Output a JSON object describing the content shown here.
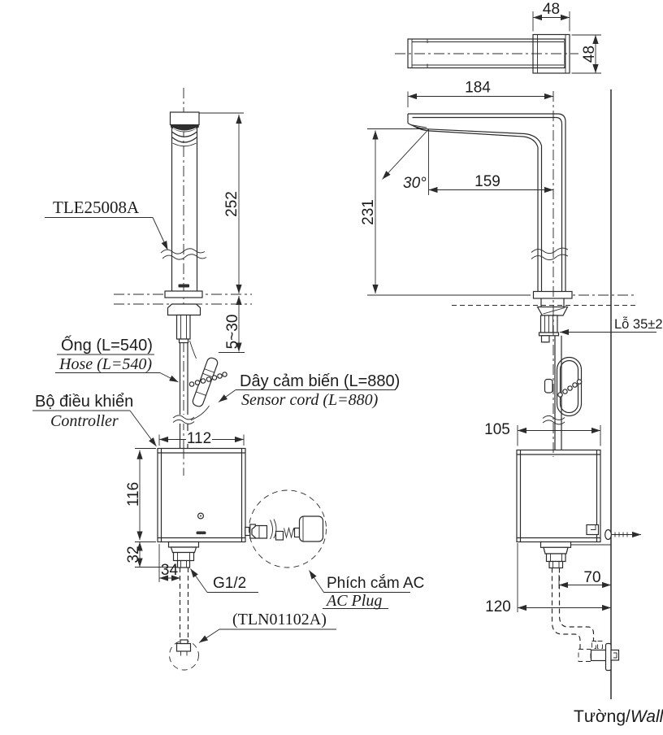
{
  "front_view": {
    "product_code": "TLE25008A",
    "hose_label_vi": "Ống (L=540)",
    "hose_label_en": "Hose (L=540)",
    "controller_label_vi": "Bộ điều khiển",
    "controller_label_en": "Controller",
    "sensor_cord_label_vi": "Dây cảm biến (L=880)",
    "sensor_cord_label_en": "Sensor cord (L=880)",
    "thread_label": "G1/2",
    "stop_valve_code": "(TLN01102A)",
    "ac_plug_label_vi": "Phích cắm AC",
    "ac_plug_label_en": "AC Plug",
    "dim_spout_height": "252",
    "dim_deck_thickness_range": "5~30",
    "dim_controller_width": "112",
    "dim_controller_height": "116",
    "dim_shank_height": "32",
    "dim_shank_offset": "34"
  },
  "side_view": {
    "dim_spout_top_width": "48",
    "dim_spout_top_depth": "48",
    "dim_spout_reach": "184",
    "dim_outlet_reach": "159",
    "dim_spout_height_above_deck": "231",
    "dim_spray_angle": "30°",
    "hole_label": "Lỗ 35±2",
    "dim_controller_depth": "105",
    "dim_pipe_to_wall": "70",
    "dim_controller_to_wall": "120",
    "wall_label_vi": "Tường/",
    "wall_label_en": "Wall"
  }
}
